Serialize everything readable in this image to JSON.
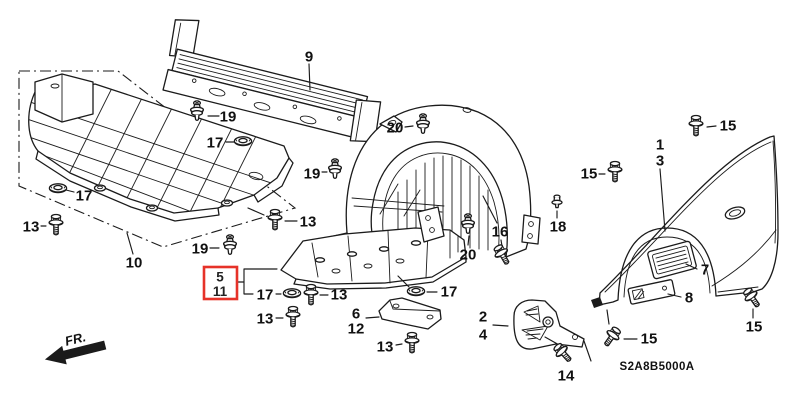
{
  "diagram": {
    "code": "S2A8B5000A",
    "direction_label": "FR.",
    "type": "exploded-parts-diagram",
    "background_color": "#ffffff",
    "line_color": "#1b1b1b",
    "highlight_color": "#e63229",
    "highlighted_callouts": [
      "5",
      "11"
    ]
  },
  "fastener_icons": {
    "bolt": "hex-flange-bolt-icon",
    "clip": "push-rivet-clip-icon",
    "grommet": "clip-nut-icon",
    "small_clip": "snap-clip-icon"
  },
  "callouts": {
    "c9": "9",
    "c19a": "19",
    "c19b": "19",
    "c19c": "19",
    "c17a": "17",
    "c17b": "17",
    "c17c": "17",
    "c17d": "17",
    "c13a": "13",
    "c13b": "13",
    "c13c": "13",
    "c13d": "13",
    "c13e": "13",
    "c10": "10",
    "c5": "5",
    "c11": "11",
    "c6": "6",
    "c12": "12",
    "c20a": "20",
    "c20b": "20",
    "c16": "16",
    "c18": "18",
    "c15a": "15",
    "c15b": "15",
    "c15c": "15",
    "c15d": "15",
    "c1": "1",
    "c3": "3",
    "c2": "2",
    "c4": "4",
    "c7": "7",
    "c8": "8",
    "c14": "14"
  }
}
